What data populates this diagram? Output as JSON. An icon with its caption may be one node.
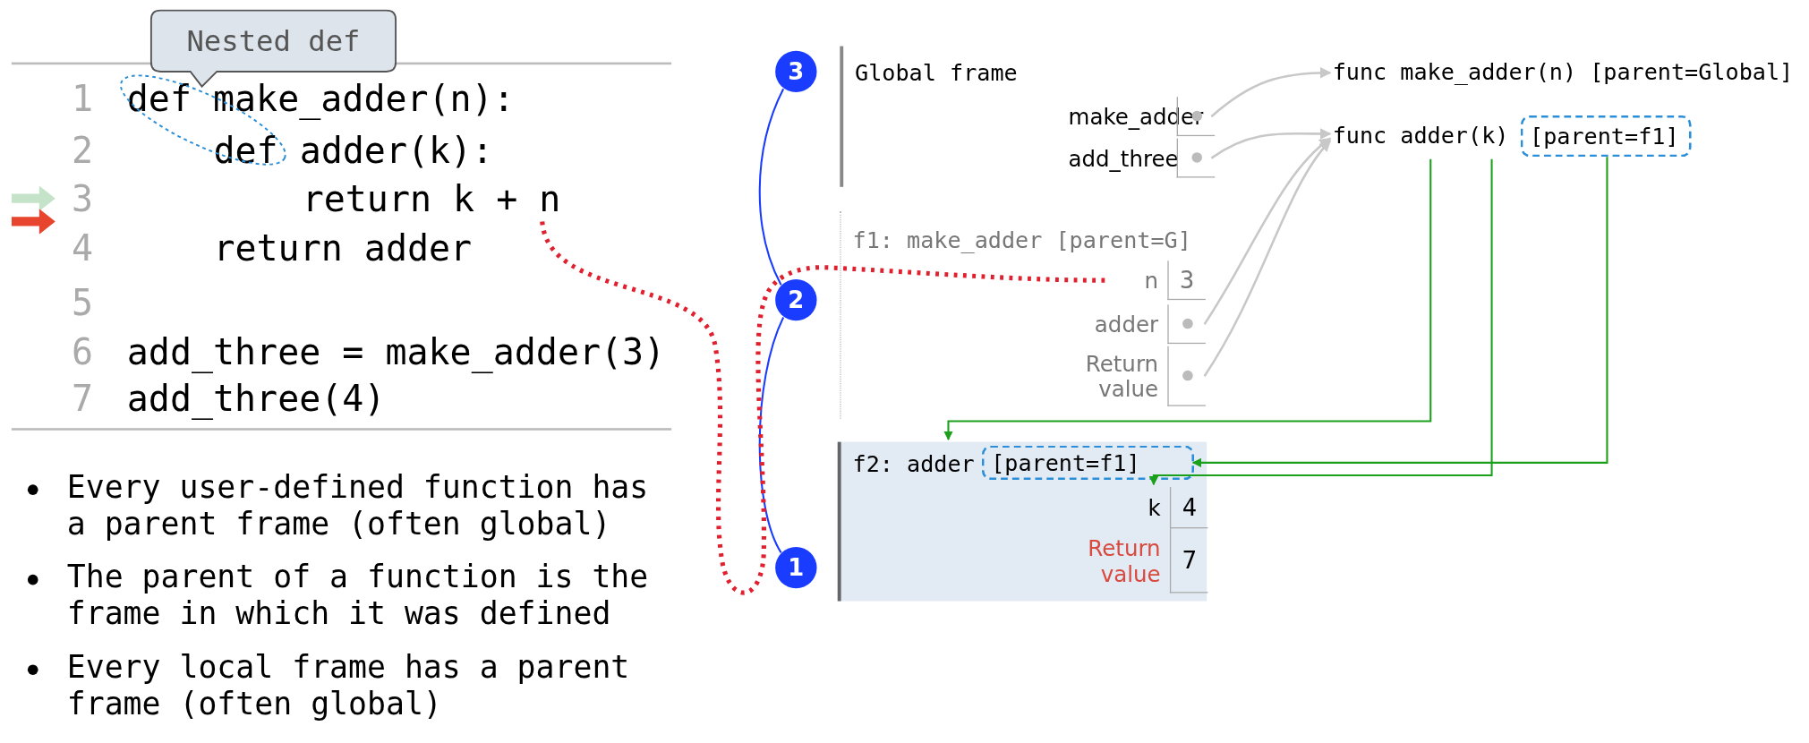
{
  "diagram": {
    "nodes": [
      {
        "text": [
          "Nested def"
        ]
      },
      {
        "text": [
          "return k + n"
        ]
      },
      {
        "text": [
          "3"
        ]
      },
      {
        "text": [
          "Global frame"
        ]
      },
      {
        "text": [],
        "shape": "box",
        "beside": [
          "make_adder"
        ],
        "in": 3
      },
      {
        "text": [],
        "shape": "box",
        "beside": [
          "add_three"
        ],
        "in": 3
      },
      {
        "text": [
          "func make_adder(n) [parent=Global]"
        ]
      },
      {
        "text": [
          "func adder(k)"
        ]
      },
      {
        "text": [
          "[parent=f1]"
        ],
        "in": 7
      },
      {
        "text": [
          "2"
        ]
      },
      {
        "text": [
          "f1: make_adder [parent=G]"
        ]
      },
      {
        "text": [
          "3"
        ],
        "beside": [
          "n"
        ],
        "in": 10
      },
      {
        "text": [],
        "shape": "box",
        "beside": [
          "adder"
        ],
        "in": 10
      },
      {
        "text": [],
        "shape": "box",
        "beside": [
          "Return value"
        ],
        "in": 10
      },
      {
        "text": [
          "f2: adder"
        ]
      },
      {
        "text": [
          "[parent=f1]"
        ],
        "in": 14
      },
      {
        "text": [
          "4"
        ],
        "beside": [
          "k"
        ],
        "in": 14
      },
      {
        "text": [
          "7"
        ],
        "beside": [
          "Return value"
        ],
        "in": 14
      },
      {
        "text": [
          "1"
        ]
      }
    ],
    "edges": [
      {
        "from": 2,
        "to": 9,
        "arrow": "none",
        "color": "#1a3cff"
      },
      {
        "from": 9,
        "to": 18,
        "arrow": "none",
        "color": "#1a3cff"
      },
      {
        "from": 4,
        "to": 6,
        "arrow": "to"
      },
      {
        "from": 5,
        "to": 7,
        "arrow": "to"
      },
      {
        "from": 12,
        "to": 7,
        "arrow": "to"
      },
      {
        "from": 13,
        "to": 7,
        "arrow": "to"
      },
      {
        "from": 7,
        "to": 14,
        "arrow": "to",
        "color": "#1aa01a"
      },
      {
        "from": 7,
        "to": 16,
        "arrow": "to",
        "color": "#1aa01a"
      },
      {
        "from": 8,
        "to": 15,
        "arrow": "to",
        "color": "#1aa01a"
      },
      {
        "from": 1,
        "to": 11,
        "arrow": "none",
        "style": "dashed",
        "color": "#e0202e"
      }
    ],
    "labels": [
      "1",
      "def make_adder(n):",
      "2",
      "def adder(k):",
      "3",
      "4",
      "return adder",
      "5",
      "6",
      "add_three = make_adder(3)",
      "7",
      "add_three(4)",
      "Every user-defined function has a parent frame (often global)",
      "The parent of a function is the frame in which it was defined",
      "Every local frame has a parent frame (often global)"
    ]
  }
}
